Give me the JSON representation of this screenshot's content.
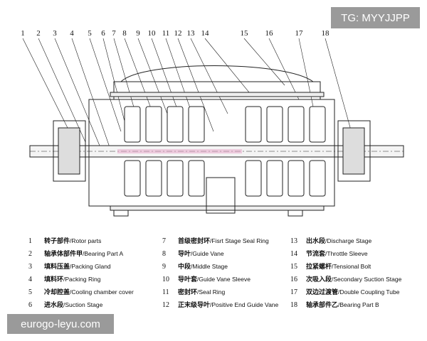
{
  "watermarks": {
    "top_right": "TG: MYYJJPP",
    "bottom_left": "eurogo-leyu.com"
  },
  "callouts": [
    "1",
    "2",
    "3",
    "4",
    "5",
    "6",
    "7",
    "8",
    "9",
    "10",
    "11",
    "12",
    "13",
    "14",
    "15",
    "16",
    "17",
    "18"
  ],
  "legend": [
    {
      "n": "1",
      "zh": "转子部件",
      "en": "/Rotor parts"
    },
    {
      "n": "2",
      "zh": "轴承体部件甲",
      "en": "/Bearing Part A"
    },
    {
      "n": "3",
      "zh": "填料压盖",
      "en": "/Packing Gland"
    },
    {
      "n": "4",
      "zh": "填料环",
      "en": "/Packing Ring"
    },
    {
      "n": "5",
      "zh": "冷却腔盖",
      "en": "/Cooling chamber cover"
    },
    {
      "n": "6",
      "zh": "进水段",
      "en": "/Suction Stage"
    },
    {
      "n": "7",
      "zh": "首级密封环",
      "en": "/Fisrt Stage Seal Ring"
    },
    {
      "n": "8",
      "zh": "导叶",
      "en": "/Guide Vane"
    },
    {
      "n": "9",
      "zh": "中段",
      "en": "/Middle Stage"
    },
    {
      "n": "10",
      "zh": "导叶套",
      "en": "/Guide Vane Sleeve"
    },
    {
      "n": "11",
      "zh": "密封环",
      "en": "/Seal Ring"
    },
    {
      "n": "12",
      "zh": "正末级导叶",
      "en": "/Positive End Guide Vane"
    },
    {
      "n": "13",
      "zh": "出水段",
      "en": "/Discharge Stage"
    },
    {
      "n": "14",
      "zh": "节流套",
      "en": "/Throttle Sleeve"
    },
    {
      "n": "15",
      "zh": "拉紧螺杆",
      "en": "/Tensional Bolt"
    },
    {
      "n": "16",
      "zh": "次吸入段",
      "en": "/Secondary Suction Stage"
    },
    {
      "n": "17",
      "zh": "双边过渡管",
      "en": "/Double Coupling Tube"
    },
    {
      "n": "18",
      "zh": "轴承部件乙",
      "en": "/Bearing Part B"
    }
  ]
}
